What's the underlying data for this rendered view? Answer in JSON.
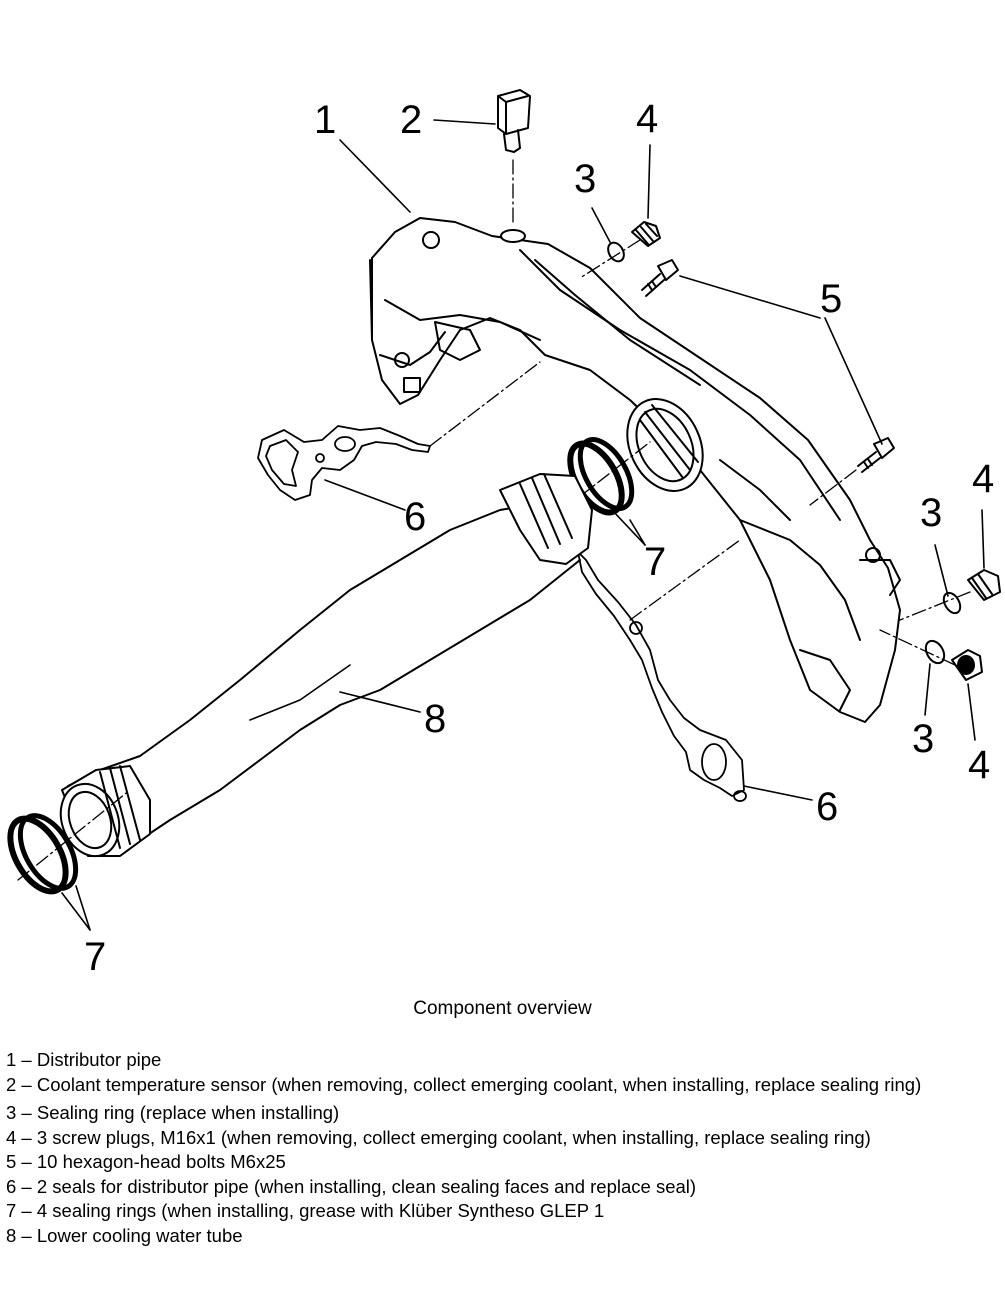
{
  "callouts": {
    "c1": "1",
    "c2": "2",
    "c3a": "3",
    "c3b": "3",
    "c3c": "3",
    "c4a": "4",
    "c4b": "4",
    "c4c": "4",
    "c5": "5",
    "c6a": "6",
    "c6b": "6",
    "c7a": "7",
    "c7b": "7",
    "c8": "8"
  },
  "caption": "Component overview",
  "legend": [
    {
      "num": "1",
      "text": "Distributor pipe"
    },
    {
      "num": "2",
      "text": "Coolant temperature sensor (when removing, collect emerging coolant, when installing, replace sealing ring)"
    },
    {
      "num": "3",
      "text": "Sealing ring (replace when installing)"
    },
    {
      "num": "4",
      "text": "3 screw plugs, M16x1 (when removing, collect emerging coolant, when installing, replace sealing ring)"
    },
    {
      "num": "5",
      "text": "10 hexagon-head bolts M6x25"
    },
    {
      "num": "6",
      "text": "2 seals for distributor pipe (when installing, clean sealing faces and replace seal)"
    },
    {
      "num": "7",
      "text": "4 sealing rings (when installing, grease with Klüber Syntheso GLEP 1"
    },
    {
      "num": "8",
      "text": "Lower cooling water tube"
    }
  ]
}
